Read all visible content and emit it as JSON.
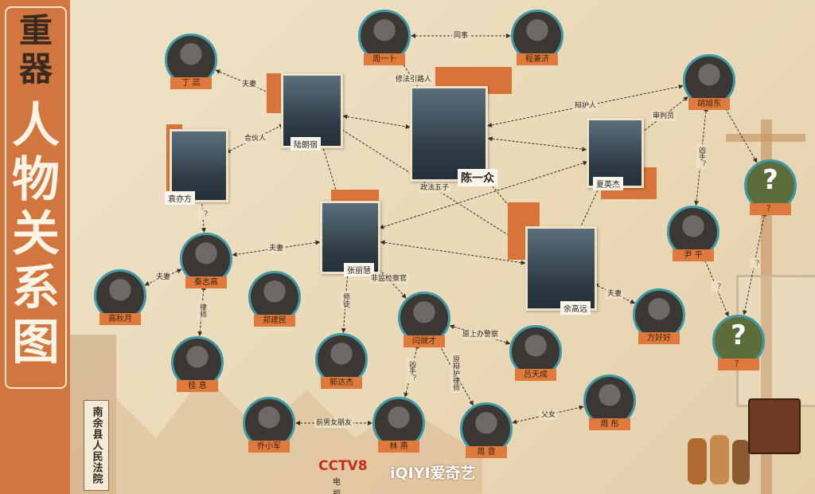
{
  "title": {
    "chars": [
      "重",
      "器",
      "人",
      "物",
      "关",
      "系",
      "图"
    ]
  },
  "court_sign": "南余县人民法院",
  "logos": {
    "cctv": "CCTV8",
    "cctv_sub": "电视剧",
    "iqiyi": "iQIYI爱奇艺"
  },
  "nodes": [
    {
      "id": "ding",
      "name": "丁 蕊"
    },
    {
      "id": "lu",
      "name": "陆朗宿"
    },
    {
      "id": "zhou",
      "name": "周一卜"
    },
    {
      "id": "cheng",
      "name": "程兼济"
    },
    {
      "id": "chen",
      "name": "陈一众"
    },
    {
      "id": "huxu",
      "name": "胡旭东"
    },
    {
      "id": "yuan",
      "name": "袁亦方"
    },
    {
      "id": "xia",
      "name": "夏英杰"
    },
    {
      "id": "q1",
      "name": "？"
    },
    {
      "id": "q2",
      "name": "？"
    },
    {
      "id": "qin",
      "name": "秦志高"
    },
    {
      "id": "zhang",
      "name": "张丽慧"
    },
    {
      "id": "yin",
      "name": "尹 平"
    },
    {
      "id": "gao",
      "name": "高秋月"
    },
    {
      "id": "zheng",
      "name": "郑建民"
    },
    {
      "id": "yu",
      "name": "余高远"
    },
    {
      "id": "fang",
      "name": "方好好"
    },
    {
      "id": "yan",
      "name": "闫继才"
    },
    {
      "id": "lv",
      "name": "吕天成"
    },
    {
      "id": "gui",
      "name": "桂 息"
    },
    {
      "id": "guo",
      "name": "郭达杰"
    },
    {
      "id": "qiao",
      "name": "乔小军"
    },
    {
      "id": "lin",
      "name": "林 燕"
    },
    {
      "id": "zhouyin",
      "name": "周 音"
    },
    {
      "id": "zhoutong",
      "name": "周 彤"
    }
  ],
  "edges": [
    {
      "from": "zhou",
      "to": "cheng",
      "label": "同事"
    },
    {
      "from": "zhou",
      "to": "chen",
      "label": "修法引路人"
    },
    {
      "from": "ding",
      "to": "lu",
      "label": "夫妻"
    },
    {
      "from": "yuan",
      "to": "lu",
      "label": "合伙人"
    },
    {
      "from": "chen",
      "to": "huxu",
      "label": "辩护人"
    },
    {
      "from": "xia",
      "to": "huxu",
      "label": "审判员"
    },
    {
      "from": "huxu",
      "to": "yin",
      "label": "凶手？"
    },
    {
      "from": "yuan",
      "to": "qin",
      "label": "？"
    },
    {
      "from": "qin",
      "to": "gao",
      "label": "夫妻"
    },
    {
      "from": "qin",
      "to": "gui",
      "label": "律师"
    },
    {
      "from": "zhang",
      "to": "qin",
      "label": "夫妻"
    },
    {
      "from": "yu",
      "to": "fang",
      "label": "夫妻"
    },
    {
      "from": "zhang",
      "to": "yan",
      "label": "非监检察官"
    },
    {
      "from": "zhang",
      "to": "guo",
      "label": "师徒"
    },
    {
      "from": "lv",
      "to": "yan",
      "label": "原上办警察"
    },
    {
      "from": "yan",
      "to": "lin",
      "label": "凶手？"
    },
    {
      "from": "yan",
      "to": "zhouyin",
      "label": "原辩护律师"
    },
    {
      "from": "qiao",
      "to": "lin",
      "label": "前男女朋友"
    },
    {
      "from": "zhouyin",
      "to": "zhoutong",
      "label": "父女"
    },
    {
      "from": "lu",
      "to": "yu",
      "label": "政法五子"
    },
    {
      "from": "zhang",
      "to": "xia",
      "label": ""
    },
    {
      "from": "chen",
      "to": "xia",
      "label": ""
    },
    {
      "from": "chen",
      "to": "yu",
      "label": ""
    },
    {
      "from": "lu",
      "to": "zhang",
      "label": ""
    },
    {
      "from": "lu",
      "to": "chen",
      "label": ""
    },
    {
      "from": "zhang",
      "to": "yu",
      "label": ""
    },
    {
      "from": "xia",
      "to": "yu",
      "label": ""
    },
    {
      "from": "q1",
      "to": "q2",
      "label": "？"
    },
    {
      "from": "yin",
      "to": "q2",
      "label": "？"
    },
    {
      "from": "q1",
      "to": "huxu",
      "label": ""
    }
  ]
}
